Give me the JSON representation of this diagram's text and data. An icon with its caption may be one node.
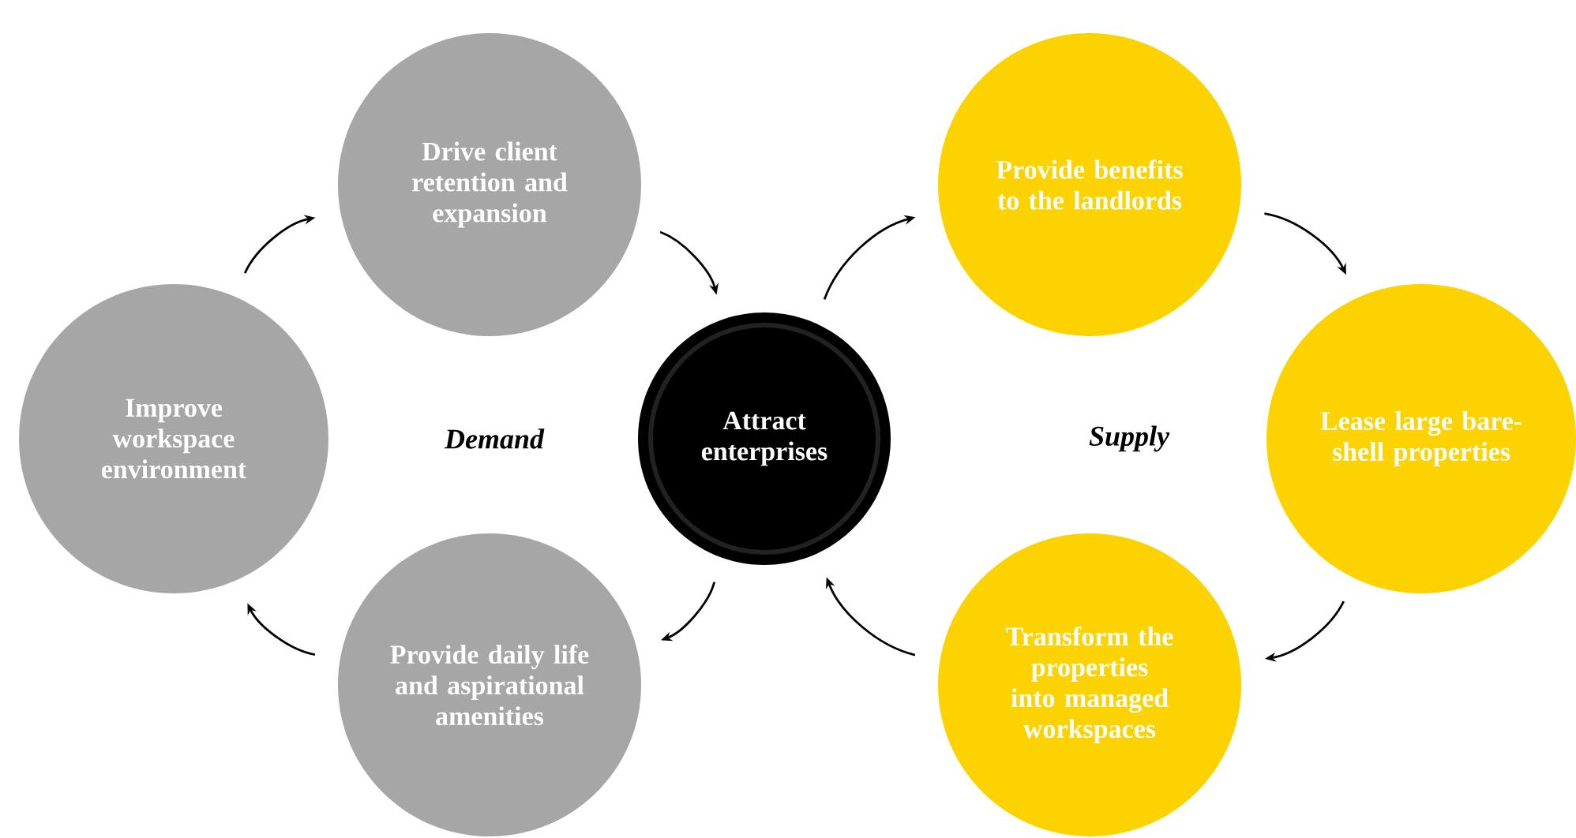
{
  "diagram": {
    "nodes": [
      {
        "text": [
          "Drive client retention and expansion"
        ]
      },
      {
        "text": [
          "Provide benefits to the landlords"
        ]
      },
      {
        "text": [
          "Improve workspace environment"
        ]
      },
      {
        "text": [
          "Attract enterprises"
        ]
      },
      {
        "text": [
          "Lease large bare-shell properties"
        ]
      },
      {
        "text": [
          "Provide daily life and aspirational amenities"
        ]
      },
      {
        "text": [
          "Transform the properties into managed workspaces"
        ]
      }
    ],
    "edges": [
      {
        "from": 0,
        "to": 3,
        "arrow": "to"
      },
      {
        "from": 3,
        "to": 1,
        "arrow": "to"
      },
      {
        "from": 1,
        "to": 4,
        "arrow": "to"
      },
      {
        "from": 4,
        "to": 6,
        "arrow": "to"
      },
      {
        "from": 6,
        "to": 3,
        "arrow": "to"
      },
      {
        "from": 3,
        "to": 5,
        "arrow": "to"
      },
      {
        "from": 5,
        "to": 2,
        "arrow": "to"
      },
      {
        "from": 2,
        "to": 0,
        "arrow": "to"
      }
    ],
    "labels": [
      "Demand",
      "Supply"
    ]
  }
}
